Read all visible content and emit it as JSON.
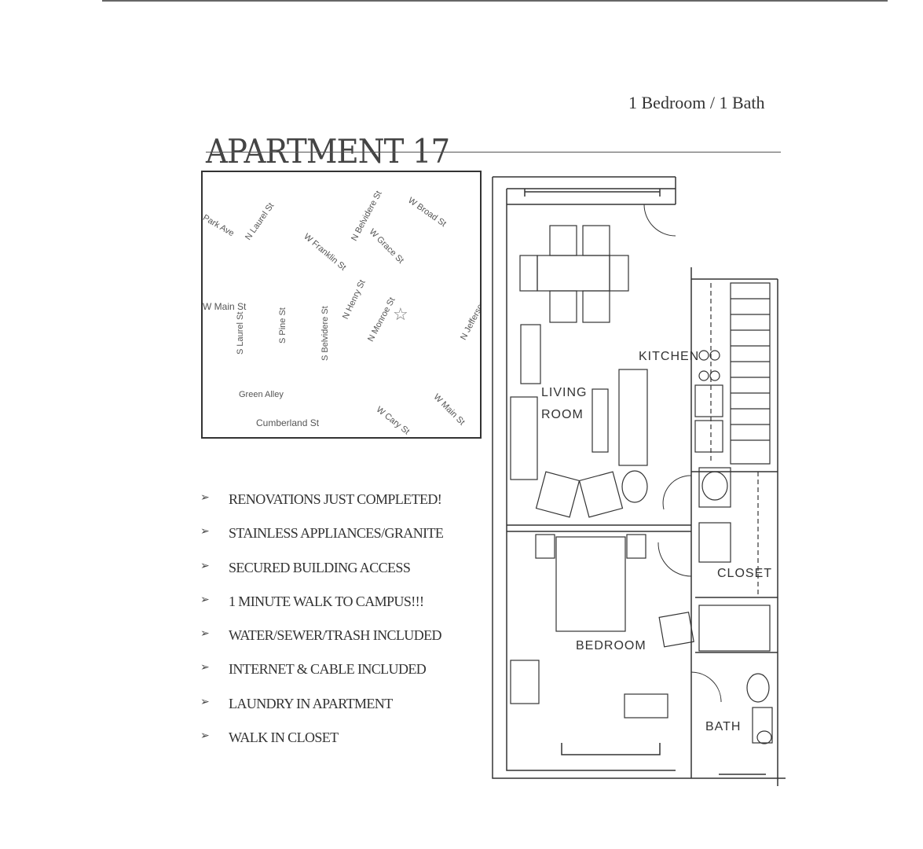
{
  "header": {
    "title": "APARTMENT 17",
    "subtitle": "1 Bedroom / 1 Bath"
  },
  "map": {
    "streets": [
      "Park Ave",
      "N Laurel St",
      "W Franklin St",
      "N Belvidere St",
      "W Broad St",
      "W Grace St",
      "W Main St",
      "S Laurel St",
      "S Pine St",
      "S Belvidere St",
      "N Henry St",
      "N Monroe St",
      "N Jefferson St",
      "Green Alley",
      "Cumberland St",
      "W Cary St",
      "W Main St"
    ],
    "marker_icon": "star-icon"
  },
  "features": [
    "RENOVATIONS JUST COMPLETED!",
    "STAINLESS APPLIANCES/GRANITE",
    "SECURED BUILDING ACCESS",
    "1 MINUTE WALK TO CAMPUS!!!",
    "WATER/SEWER/TRASH INCLUDED",
    "INTERNET & CABLE INCLUDED",
    "LAUNDRY IN APARTMENT",
    "WALK IN CLOSET"
  ],
  "bullet_icon": "arrow-bullet-icon",
  "floorplan": {
    "kitchen": "KITCHEN",
    "living_room": "LIVING ROOM",
    "closet": "CLOSET",
    "bedroom": "BEDROOM",
    "bath": "BATH"
  }
}
